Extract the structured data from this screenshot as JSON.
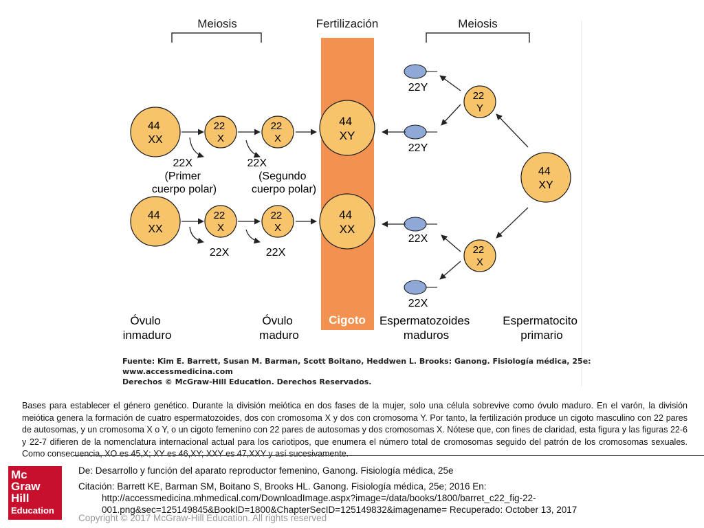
{
  "diagram": {
    "titles": {
      "meiosis_left": "Meiosis",
      "fertilization": "Fertilización",
      "meiosis_right": "Meiosis"
    },
    "oogenesis": {
      "row1": {
        "immature": [
          "44",
          "XX"
        ],
        "first": [
          "22",
          "X"
        ],
        "second": [
          "22",
          "X"
        ],
        "polar1": [
          "22X",
          "(Primer",
          "cuerpo polar)"
        ],
        "polar2": [
          "22X",
          "(Segundo",
          "cuerpo polar)"
        ]
      },
      "row2": {
        "immature": [
          "44",
          "XX"
        ],
        "first": [
          "22",
          "X"
        ],
        "second": [
          "22",
          "X"
        ],
        "polar1": [
          "22X"
        ],
        "polar2": [
          "22X"
        ]
      }
    },
    "zygotes": {
      "top": [
        "44",
        "XY"
      ],
      "bottom": [
        "44",
        "XX"
      ]
    },
    "spermatogenesis": {
      "primary": [
        "44",
        "XY"
      ],
      "secondary_top": [
        "22",
        "Y"
      ],
      "secondary_bottom": [
        "22",
        "X"
      ],
      "sperm_labels": [
        "22Y",
        "22Y",
        "22X",
        "22X"
      ]
    },
    "labels": {
      "immature_ovum": [
        "Óvulo",
        "inmaduro"
      ],
      "mature_ovum": [
        "Óvulo",
        "maduro"
      ],
      "zygote": "Cigoto",
      "mature_sperm": [
        "Espermatozoides",
        "maduros"
      ],
      "primary_spermatocyte": [
        "Espermatocito",
        "primario"
      ]
    },
    "colors": {
      "cell_fill": "#f7c46c",
      "cell_stroke": "#1a1a1a",
      "band": "#f39250",
      "sperm_head": "#8fa8d6",
      "zygote_text": "#ffffff"
    }
  },
  "source_lines": [
    "Fuente: Kim E. Barrett, Susan M. Barman, Scott Boitano, Heddwen L. Brooks: Ganong. Fisiología médica, 25e:",
    "www.accessmedicina.com",
    "Derechos © McGraw-Hill Education. Derechos Reservados."
  ],
  "caption": "Bases para establecer el género genético. Durante la división meiótica en dos fases de la mujer, solo una célula sobrevive como óvulo maduro. En el varón, la división meiótica genera la formación de cuatro espermatozoides, dos con cromosoma X y dos con cromosoma Y. Por tanto, la fertilización produce un cigoto masculino con 22 pares de autosomas, y un cromosoma X o Y, o un cigoto femenino con 22 pares de autosomas y dos cromosomas X. Nótese que, con fines de claridad, esta figura y las figuras 22-6 y 22-7 difieren de la nomenclatura internacional actual para los cariotipos, que enumera el número total de cromosomas seguido del patrón de los cromosomas sexuales. Como consecuencia, XO es 45,X; XY es 46,XY; XXY es 47,XXY y así sucesivamente.",
  "logo": {
    "line1": "Mc",
    "line2": "Graw",
    "line3": "Hill",
    "line4": "Education"
  },
  "reference": {
    "from": "De: Desarrollo y función del aparato reproductor femenino, Ganong. Fisiología médica, 25e",
    "citation_1": "Citación: Barrett KE, Barman SM, Boitano S, Brooks HL. Ganong. Fisiología médica, 25e; 2016 En:",
    "citation_2": "http://accessmedicina.mhmedical.com/DownloadImage.aspx?image=/data/books/1800/barret_c22_fig-22-",
    "citation_3": "001.png&sec=125149845&BookID=1800&ChapterSecID=125149832&imagename= Recuperado: October 13, 2017"
  },
  "copyright": "Copyright © 2017 McGraw-Hill Education. All rights reserved"
}
